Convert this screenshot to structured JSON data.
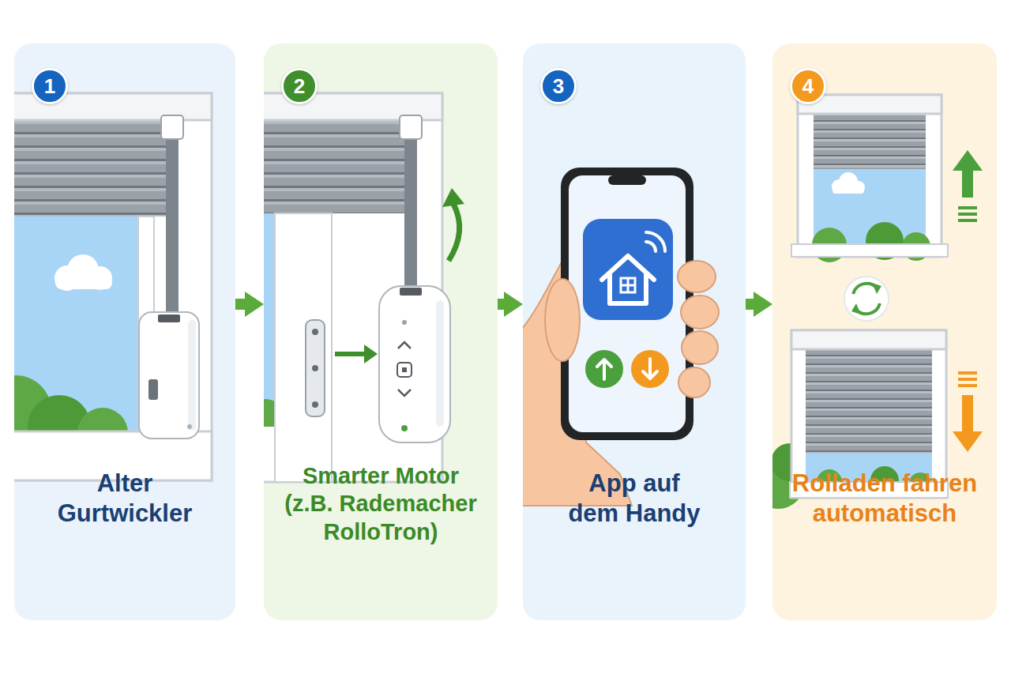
{
  "diagram": {
    "nodes": [
      {
        "text": [
          "Alter Gurtwickler"
        ]
      },
      {
        "text": [
          "1"
        ],
        "in": 0
      },
      {
        "text": [
          "Smarter Motor (z.B. Rademacher RolloTron)"
        ]
      },
      {
        "text": [
          "2"
        ],
        "in": 2
      },
      {
        "text": [
          "App auf dem Handy"
        ]
      },
      {
        "text": [
          "3"
        ],
        "in": 4
      },
      {
        "text": [
          "Rolladen fahren automatisch"
        ]
      },
      {
        "text": [
          "4"
        ],
        "in": 6
      }
    ],
    "edges": [
      {
        "from": 0,
        "to": 2,
        "arrow": "to"
      },
      {
        "from": 2,
        "to": 4,
        "arrow": "to"
      },
      {
        "from": 4,
        "to": 6,
        "arrow": "to"
      }
    ]
  }
}
